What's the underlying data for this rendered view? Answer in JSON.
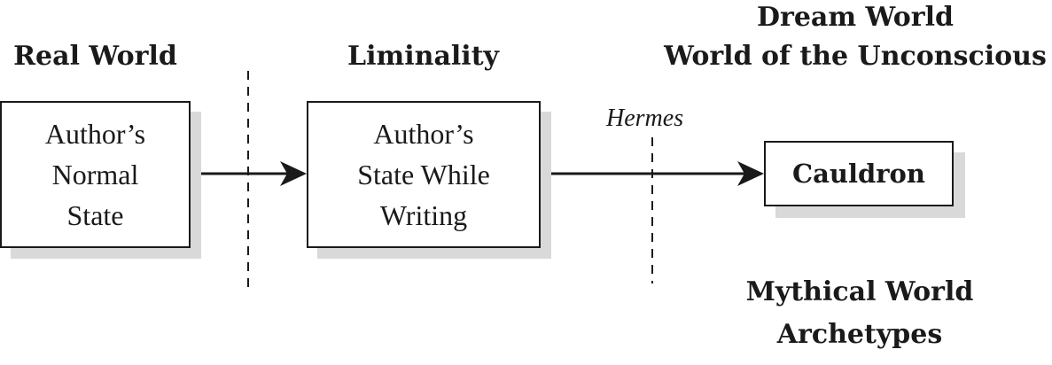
{
  "headings": {
    "real_world": "Real World",
    "liminality": "Liminality",
    "dream_world": "Dream World",
    "unconscious": "World of the Unconscious",
    "mythical_world": "Mythical World",
    "archetypes": "Archetypes"
  },
  "boxes": {
    "normal_state": [
      "Author’s",
      "Normal",
      "State"
    ],
    "writing_state": [
      "Author’s",
      "State While",
      "Writing"
    ],
    "cauldron": "Cauldron"
  },
  "threshold_label": "Hermes",
  "colors": {
    "ink": "#1a1a1a",
    "shadow": "#d9d9d9",
    "background": "#ffffff"
  }
}
